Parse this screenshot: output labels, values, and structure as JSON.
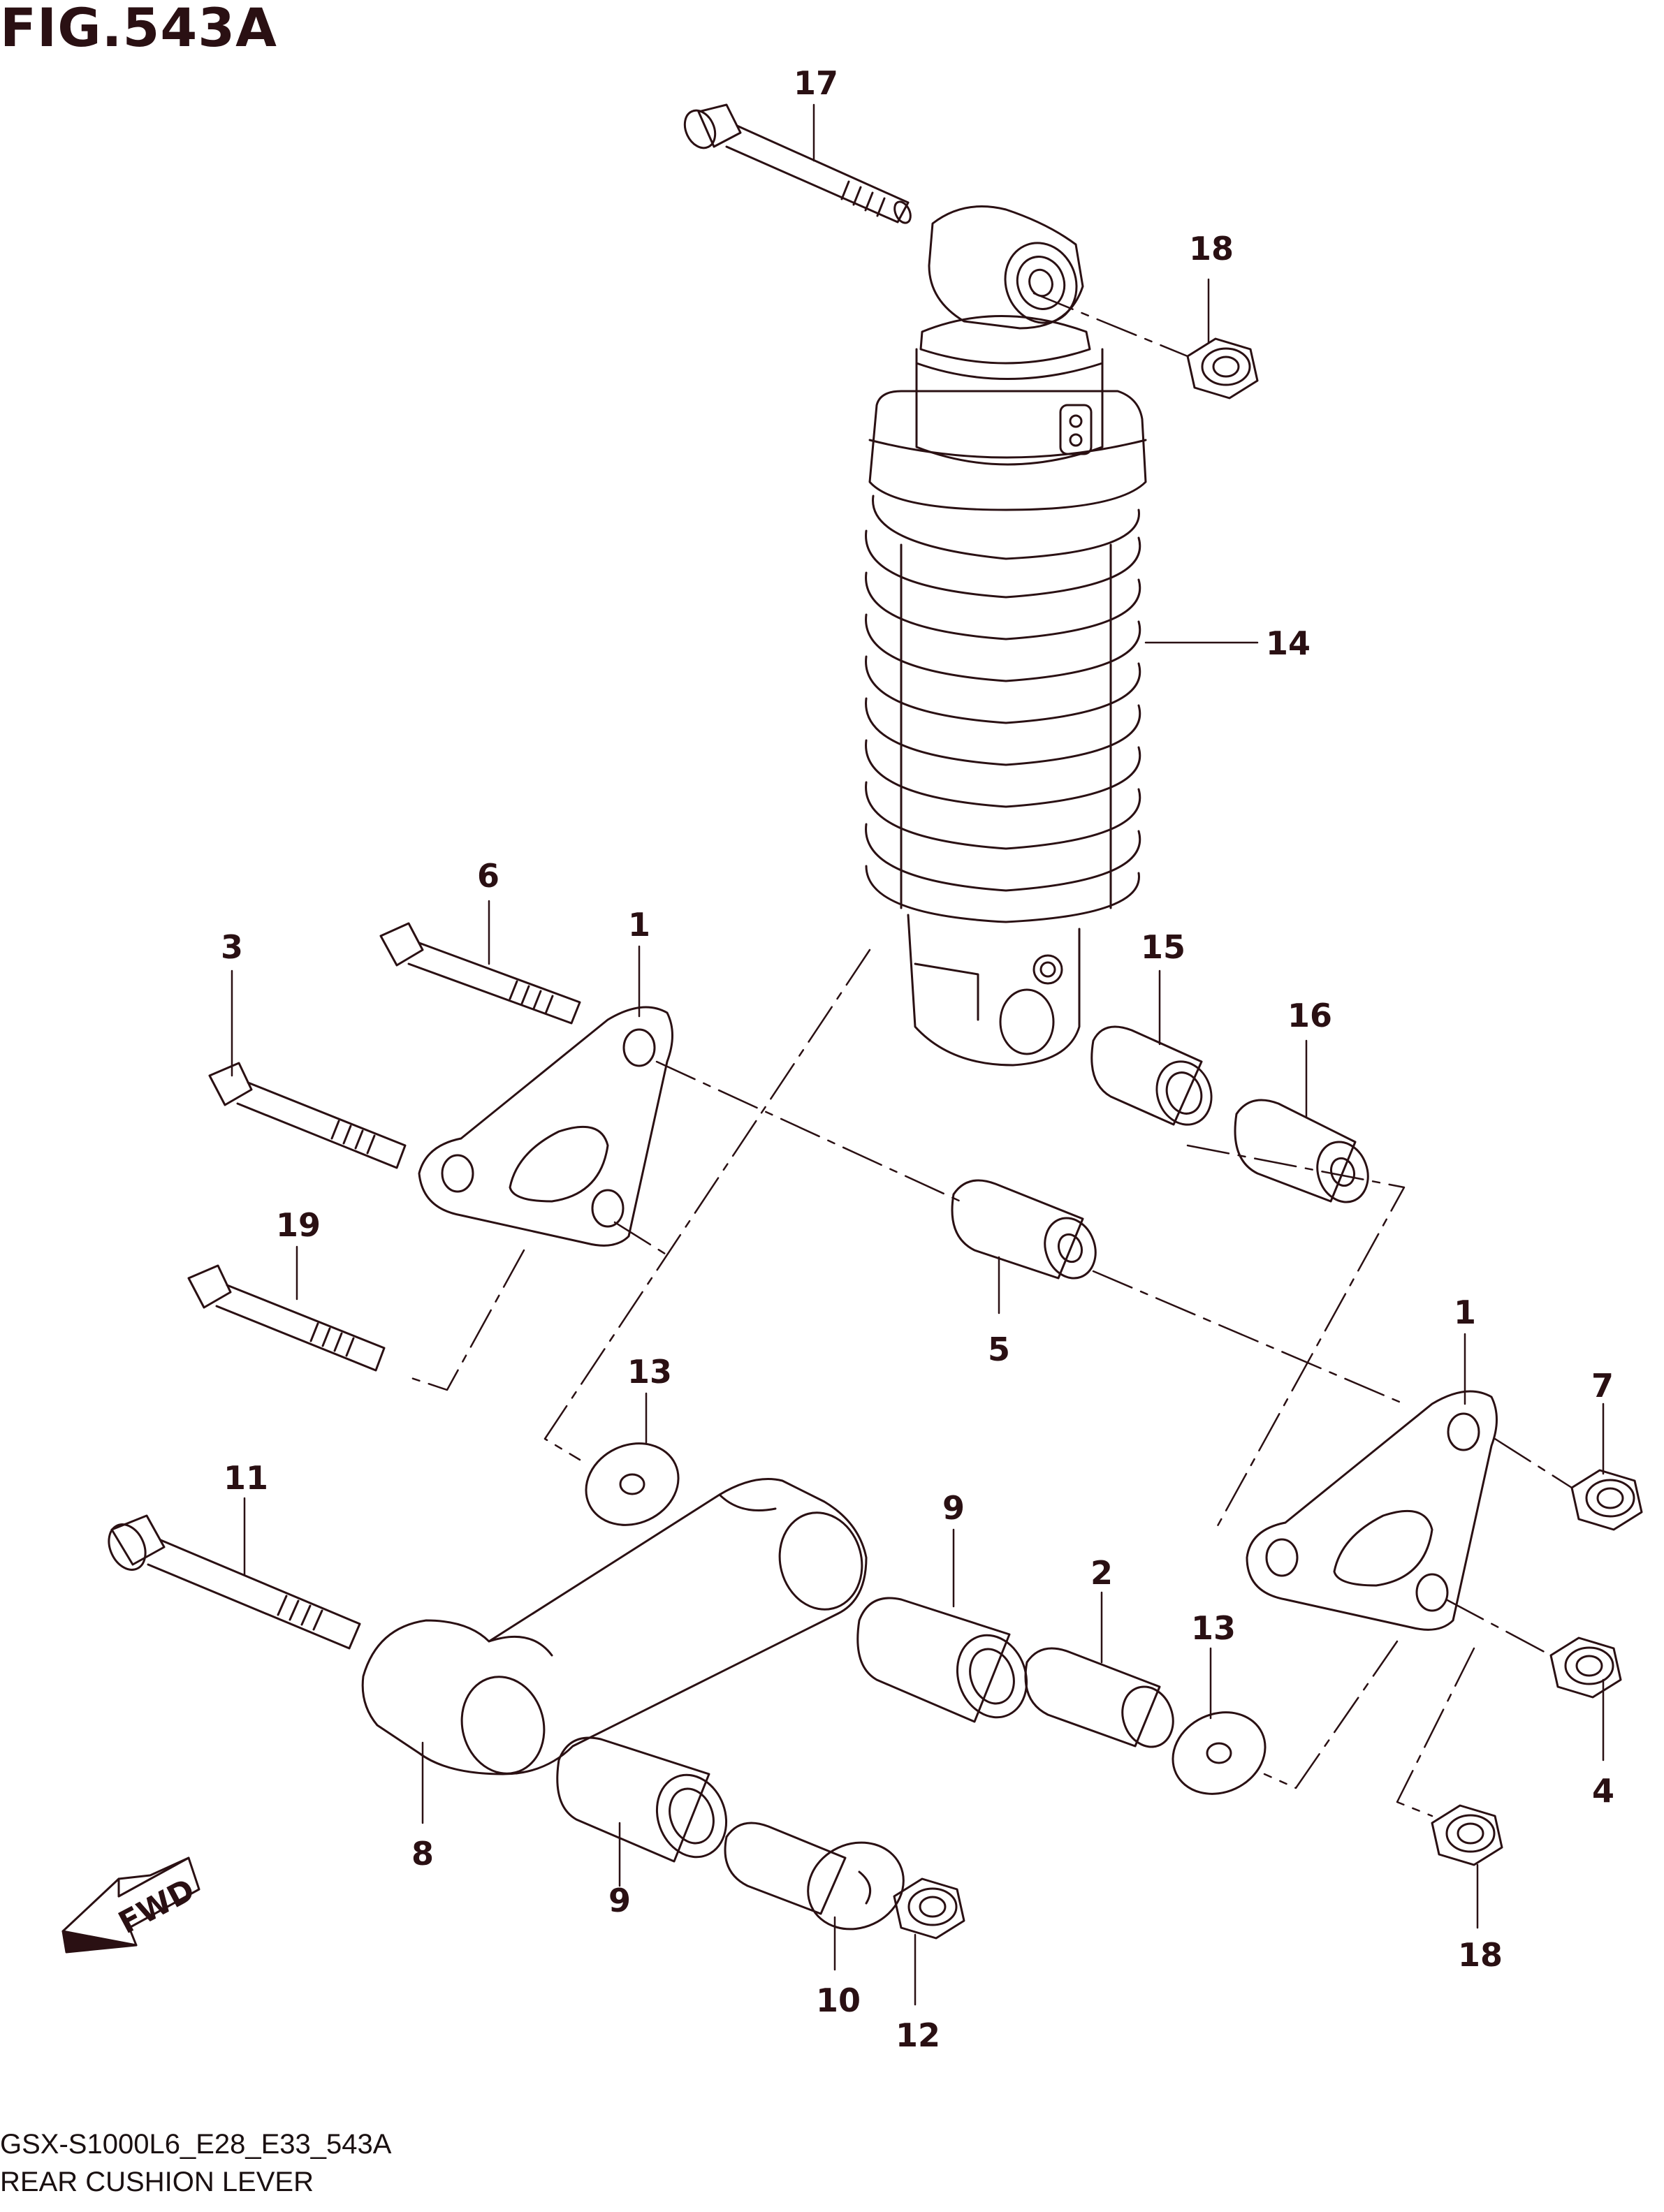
{
  "figure": {
    "title": "FIG.543A"
  },
  "footer": {
    "model_code": "GSX-S1000L6_E28_E33_543A",
    "section_name": "REAR CUSHION LEVER"
  },
  "fwd_indicator": {
    "label": "FWD"
  },
  "callouts": [
    {
      "id": "c17",
      "number": "17"
    },
    {
      "id": "c18a",
      "number": "18"
    },
    {
      "id": "c14",
      "number": "14"
    },
    {
      "id": "c6",
      "number": "6"
    },
    {
      "id": "c1a",
      "number": "1"
    },
    {
      "id": "c3",
      "number": "3"
    },
    {
      "id": "c15",
      "number": "15"
    },
    {
      "id": "c16",
      "number": "16"
    },
    {
      "id": "c19",
      "number": "19"
    },
    {
      "id": "c5",
      "number": "5"
    },
    {
      "id": "c13a",
      "number": "13"
    },
    {
      "id": "c1b",
      "number": "1"
    },
    {
      "id": "c7",
      "number": "7"
    },
    {
      "id": "c11",
      "number": "11"
    },
    {
      "id": "c9a",
      "number": "9"
    },
    {
      "id": "c2",
      "number": "2"
    },
    {
      "id": "c13b",
      "number": "13"
    },
    {
      "id": "c4",
      "number": "4"
    },
    {
      "id": "c8",
      "number": "8"
    },
    {
      "id": "c9b",
      "number": "9"
    },
    {
      "id": "c18b",
      "number": "18"
    },
    {
      "id": "c10",
      "number": "10"
    },
    {
      "id": "c12",
      "number": "12"
    }
  ]
}
